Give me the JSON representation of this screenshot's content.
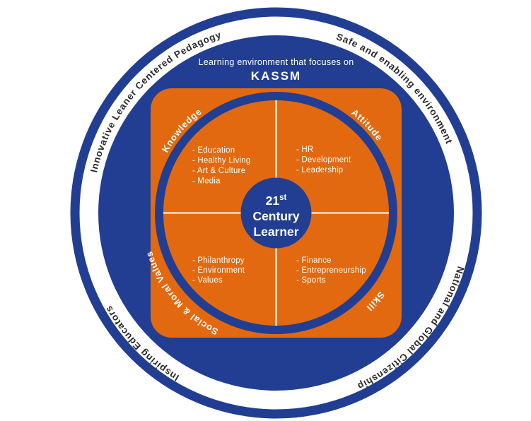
{
  "colors": {
    "blue": "#223e93",
    "orange": "#e2690f",
    "ink": "#2b2b2b",
    "white": "#ffffff"
  },
  "outer_ring": {
    "top_left": "Innovative Leaner Centered Pedagogy",
    "top_right": "Safe and enabling environment",
    "bottom_right": "National and Global Citizenship",
    "bottom_left": "Inspiring Educators"
  },
  "inner_heading": {
    "line1": "Learning environment that focuses on",
    "line2": "KASSM"
  },
  "center": {
    "number": "21",
    "superscript": "st",
    "line2": "Century",
    "line3": "Learner"
  },
  "quadrants": {
    "knowledge": {
      "label": "Knowledge",
      "items": [
        "- Education",
        "- Healthy Living",
        "- Art & Culture",
        "- Media"
      ]
    },
    "attitude": {
      "label": "Attitude",
      "items": [
        "- HR",
        "- Development",
        "- Leadership"
      ]
    },
    "social": {
      "label": "Social & Moral Values",
      "items": [
        "- Philanthropy",
        "- Environment",
        "- Values"
      ]
    },
    "skill": {
      "label": "Skill",
      "items": [
        "- Finance",
        "- Entrepreneurship",
        "- Sports"
      ]
    }
  }
}
